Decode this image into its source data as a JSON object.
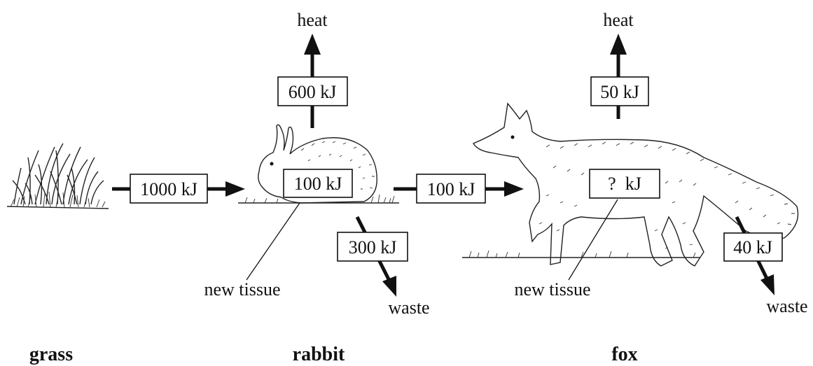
{
  "organisms": {
    "grass": "grass",
    "rabbit": "rabbit",
    "fox": "fox"
  },
  "energy": {
    "grass_to_rabbit": "1000 kJ",
    "rabbit_heat": "600 kJ",
    "rabbit_tissue": "100 kJ",
    "rabbit_waste": "300 kJ",
    "rabbit_to_fox": "100 kJ",
    "fox_heat": "50 kJ",
    "fox_tissue": "?  kJ",
    "fox_waste": "40 kJ"
  },
  "labels": {
    "heat_rabbit": "heat",
    "heat_fox": "heat",
    "waste_rabbit": "waste",
    "waste_fox": "waste",
    "new_tissue_rabbit": "new tissue",
    "new_tissue_fox": "new tissue"
  },
  "icons": [
    "grass-icon",
    "rabbit-icon",
    "fox-icon"
  ]
}
